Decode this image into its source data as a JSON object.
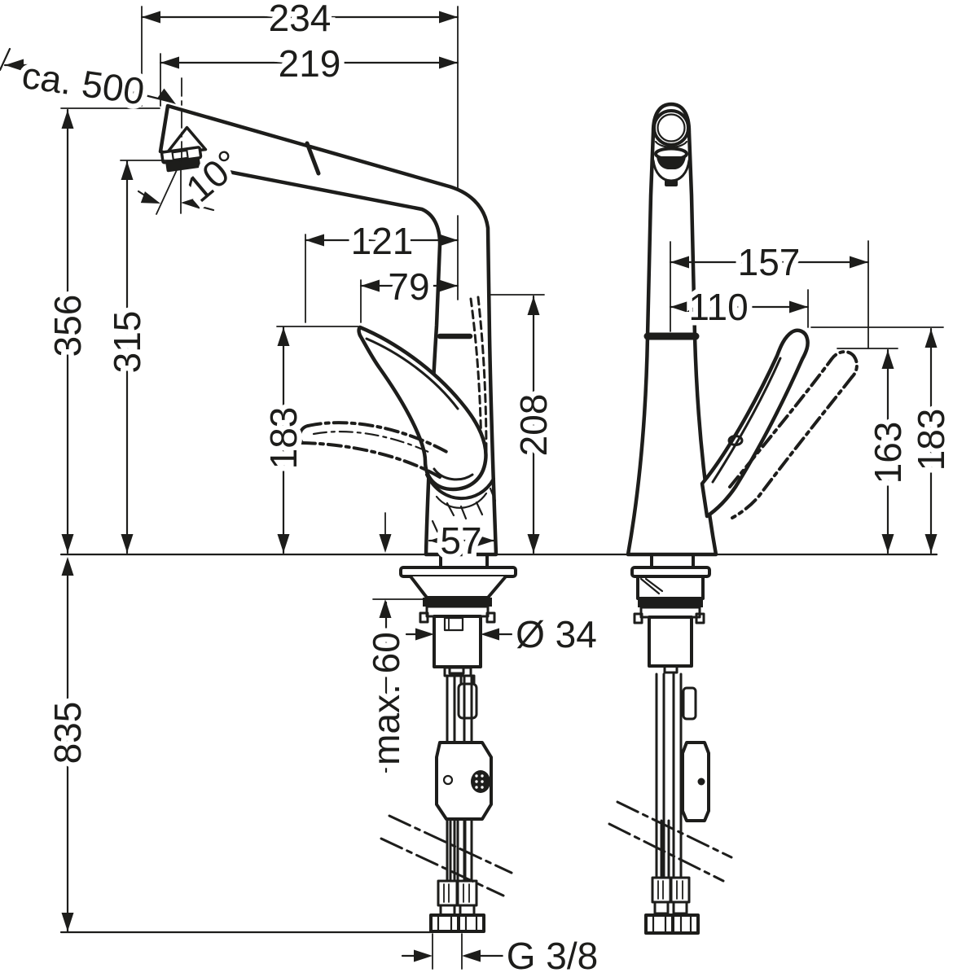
{
  "drawing": {
    "type": "technical-dimension-drawing",
    "views": [
      "side",
      "front"
    ]
  },
  "colors": {
    "line": "#1d1d1b",
    "background": "#ffffff"
  },
  "labels": {
    "side": {
      "dim_234": "234",
      "dim_219": "219",
      "approx_500": "ca. 500",
      "angle_10": "10°",
      "dim_356": "356",
      "dim_315": "315",
      "dim_121": "121",
      "dim_79": "79",
      "dim_183": "183",
      "dim_208": "208",
      "dim_57": "57",
      "dim_835": "835",
      "max_60": "max. 60",
      "dia_34": "Ø 34",
      "thread_g38": "G 3/8"
    },
    "front": {
      "dim_157": "157",
      "dim_110": "110",
      "dim_163": "163",
      "dim_183": "183"
    }
  }
}
